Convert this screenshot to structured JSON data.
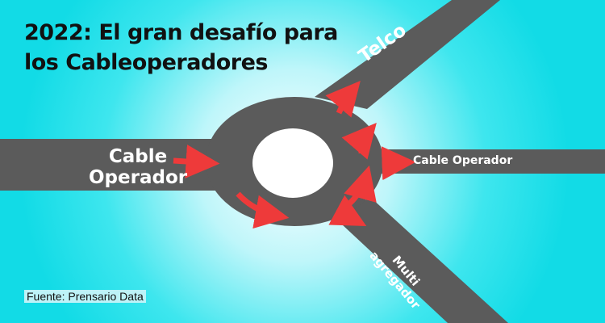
{
  "title": {
    "line1": "2022: El gran desafío para",
    "line2": "los Cableoperadores"
  },
  "labels": {
    "cable_operador_in_line1": "Cable",
    "cable_operador_in_line2": "Operador",
    "telco": "Telco",
    "cable_operador_out": "Cable Operador",
    "multi_line1": "Multi",
    "multi_line2": "agregador"
  },
  "source": "Fuente: Prensario Data",
  "colors": {
    "background": "#12dbe6",
    "glow": "#ffffff",
    "road": "#5b5b5b",
    "arrow": "#ee3a3a",
    "text": "#111111",
    "label": "#ffffff"
  }
}
